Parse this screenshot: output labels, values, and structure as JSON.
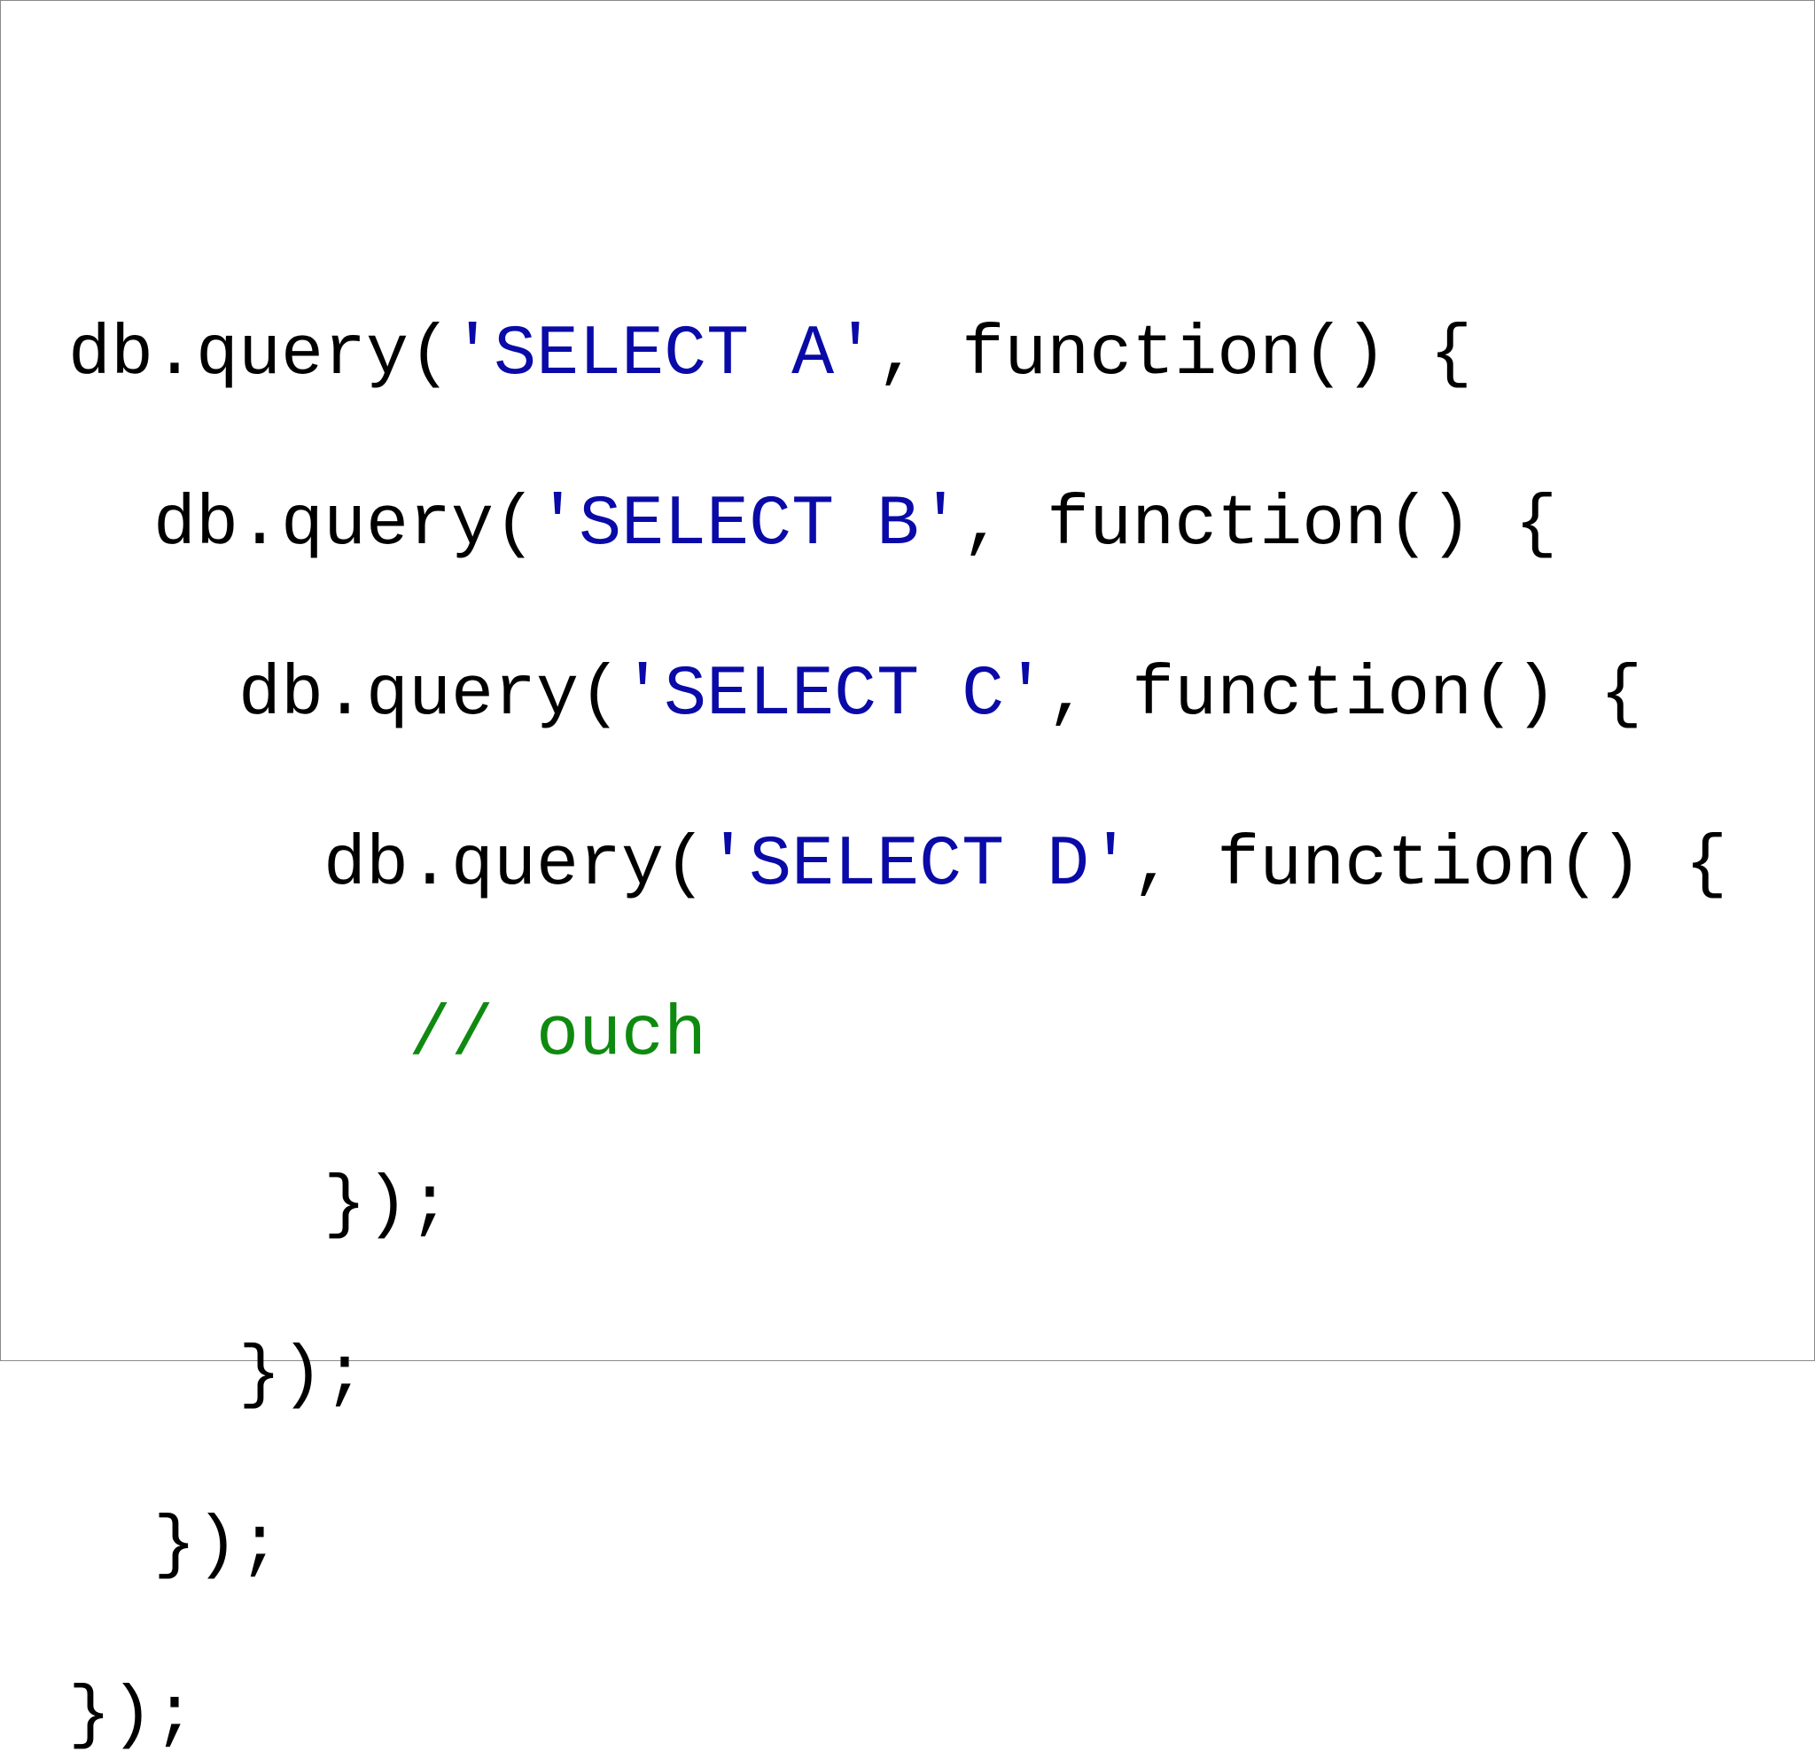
{
  "colors": {
    "background": "#ffffff",
    "text": "#000000",
    "string": "#0a0aa8",
    "comment": "#0f8a10",
    "border": "#8a8a8a"
  },
  "code": {
    "call_prefix": "db.query(",
    "function_suffix": ", function() {",
    "strings": [
      "'SELECT A'",
      "'SELECT B'",
      "'SELECT C'",
      "'SELECT D'"
    ],
    "comment": "// ouch",
    "close": "});"
  }
}
